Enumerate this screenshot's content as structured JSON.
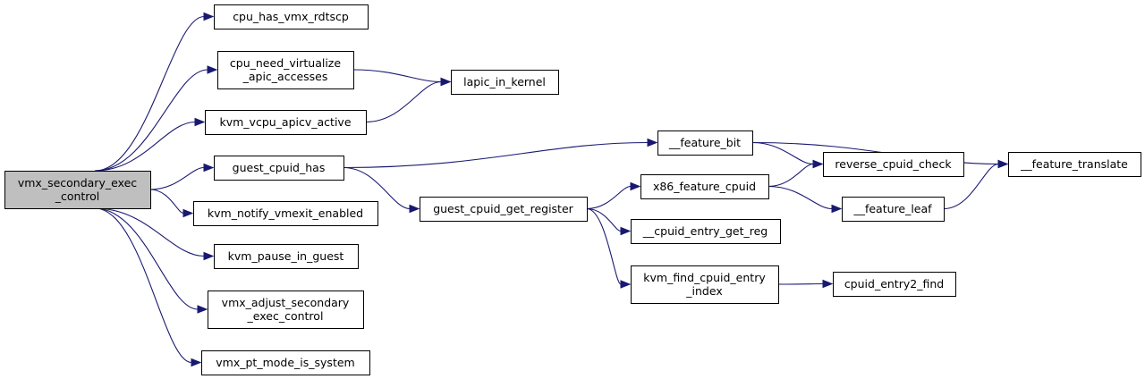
{
  "graph": {
    "nodes": {
      "vmx_secondary_exec_control": [
        "vmx_secondary_exec",
        "_control"
      ],
      "cpu_has_vmx_rdtscp": [
        "cpu_has_vmx_rdtscp"
      ],
      "cpu_need_virtualize_apic_accesses": [
        "cpu_need_virtualize",
        "_apic_accesses"
      ],
      "kvm_vcpu_apicv_active": [
        "kvm_vcpu_apicv_active"
      ],
      "guest_cpuid_has": [
        "guest_cpuid_has"
      ],
      "kvm_notify_vmexit_enabled": [
        "kvm_notify_vmexit_enabled"
      ],
      "kvm_pause_in_guest": [
        "kvm_pause_in_guest"
      ],
      "vmx_adjust_secondary_exec_control": [
        "vmx_adjust_secondary",
        "_exec_control"
      ],
      "vmx_pt_mode_is_system": [
        "vmx_pt_mode_is_system"
      ],
      "lapic_in_kernel": [
        "lapic_in_kernel"
      ],
      "guest_cpuid_get_register": [
        "guest_cpuid_get_register"
      ],
      "feature_bit": [
        "__feature_bit"
      ],
      "x86_feature_cpuid": [
        "x86_feature_cpuid"
      ],
      "cpuid_entry_get_reg": [
        "__cpuid_entry_get_reg"
      ],
      "kvm_find_cpuid_entry_index": [
        "kvm_find_cpuid_entry",
        "_index"
      ],
      "reverse_cpuid_check": [
        "reverse_cpuid_check"
      ],
      "feature_leaf": [
        "__feature_leaf"
      ],
      "cpuid_entry2_find": [
        "cpuid_entry2_find"
      ],
      "feature_translate": [
        "__feature_translate"
      ]
    },
    "edges": [
      [
        "vmx_secondary_exec_control",
        "cpu_has_vmx_rdtscp"
      ],
      [
        "vmx_secondary_exec_control",
        "cpu_need_virtualize_apic_accesses"
      ],
      [
        "vmx_secondary_exec_control",
        "kvm_vcpu_apicv_active"
      ],
      [
        "vmx_secondary_exec_control",
        "guest_cpuid_has"
      ],
      [
        "vmx_secondary_exec_control",
        "kvm_notify_vmexit_enabled"
      ],
      [
        "vmx_secondary_exec_control",
        "kvm_pause_in_guest"
      ],
      [
        "vmx_secondary_exec_control",
        "vmx_adjust_secondary_exec_control"
      ],
      [
        "vmx_secondary_exec_control",
        "vmx_pt_mode_is_system"
      ],
      [
        "cpu_need_virtualize_apic_accesses",
        "lapic_in_kernel"
      ],
      [
        "kvm_vcpu_apicv_active",
        "lapic_in_kernel"
      ],
      [
        "guest_cpuid_has",
        "feature_bit"
      ],
      [
        "guest_cpuid_has",
        "guest_cpuid_get_register"
      ],
      [
        "guest_cpuid_get_register",
        "x86_feature_cpuid"
      ],
      [
        "guest_cpuid_get_register",
        "cpuid_entry_get_reg"
      ],
      [
        "guest_cpuid_get_register",
        "kvm_find_cpuid_entry_index"
      ],
      [
        "feature_bit",
        "feature_translate"
      ],
      [
        "feature_bit",
        "reverse_cpuid_check"
      ],
      [
        "x86_feature_cpuid",
        "reverse_cpuid_check"
      ],
      [
        "x86_feature_cpuid",
        "feature_leaf"
      ],
      [
        "feature_leaf",
        "feature_translate"
      ],
      [
        "kvm_find_cpuid_entry_index",
        "cpuid_entry2_find"
      ]
    ],
    "root": "vmx_secondary_exec_control",
    "colors": {
      "edge": "#191970",
      "root_fill": "#bfbfbf",
      "node_fill": "#ffffff",
      "border": "#000000"
    }
  }
}
